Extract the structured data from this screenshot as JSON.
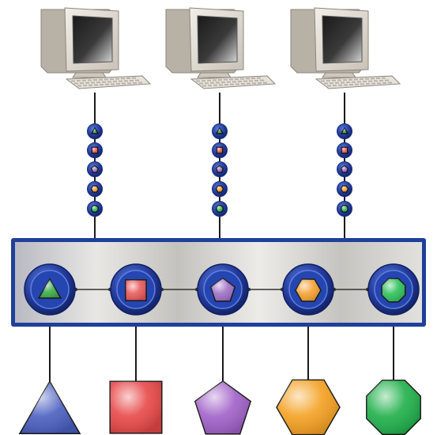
{
  "diagram": {
    "computers": [
      {
        "id": "computer-1",
        "icon": "desktop-computer-icon"
      },
      {
        "id": "computer-2",
        "icon": "desktop-computer-icon"
      },
      {
        "id": "computer-3",
        "icon": "desktop-computer-icon"
      }
    ],
    "signal_beads": [
      {
        "shape": "triangle",
        "color": "#3fae4a"
      },
      {
        "shape": "square",
        "color": "#e85a5a"
      },
      {
        "shape": "pentagon",
        "color": "#a070c8"
      },
      {
        "shape": "hexagon",
        "color": "#f4a030"
      },
      {
        "shape": "octagon",
        "color": "#2ec05a"
      }
    ],
    "hub_ports": [
      {
        "shape": "triangle",
        "color": "#3fae4a"
      },
      {
        "shape": "square",
        "color": "#e85a5a"
      },
      {
        "shape": "pentagon",
        "color": "#a070c8"
      },
      {
        "shape": "hexagon",
        "color": "#f4a030"
      },
      {
        "shape": "octagon",
        "color": "#2ec05a"
      }
    ],
    "endpoints": [
      {
        "shape": "triangle",
        "color": "#4a5fc0"
      },
      {
        "shape": "square",
        "color": "#e84848"
      },
      {
        "shape": "pentagon",
        "color": "#a060c8"
      },
      {
        "shape": "hexagon",
        "color": "#f4a020"
      },
      {
        "shape": "octagon",
        "color": "#20b04a"
      }
    ],
    "colors": {
      "hub_border": "#1f3f9a",
      "port_ring": "#233a9a",
      "bead_ring": "#1a2f80",
      "line": "#1a1a1a"
    }
  }
}
